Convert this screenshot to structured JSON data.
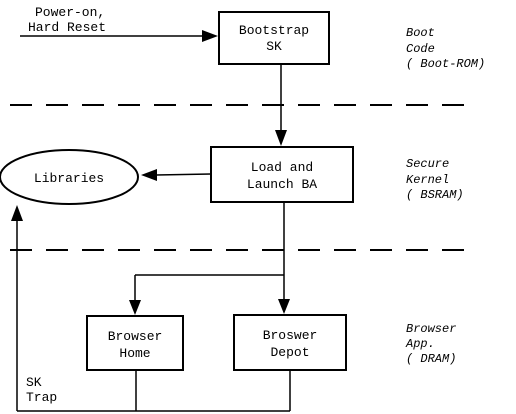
{
  "inputs": {
    "power_on_line1": "Power-on,",
    "power_on_line2": "Hard Reset",
    "sk_trap_line1": "SK",
    "sk_trap_line2": "Trap"
  },
  "nodes": {
    "bootstrap": {
      "line1": "Bootstrap",
      "line2": "SK"
    },
    "load_launch": {
      "line1": "Load and",
      "line2": "Launch BA"
    },
    "libraries": {
      "label": "Libraries"
    },
    "browser_home": {
      "line1": "Browser",
      "line2": "Home"
    },
    "browser_depot": {
      "line1": "Broswer",
      "line2": "Depot"
    }
  },
  "layers": {
    "boot": {
      "line1": "Boot",
      "line2": "Code",
      "line3": "( Boot-ROM)"
    },
    "secure": {
      "line1": "Secure",
      "line2": "Kernel",
      "line3": "( BSRAM)"
    },
    "browser": {
      "line1": "Browser",
      "line2": "App.",
      "line3": "( DRAM)"
    }
  }
}
